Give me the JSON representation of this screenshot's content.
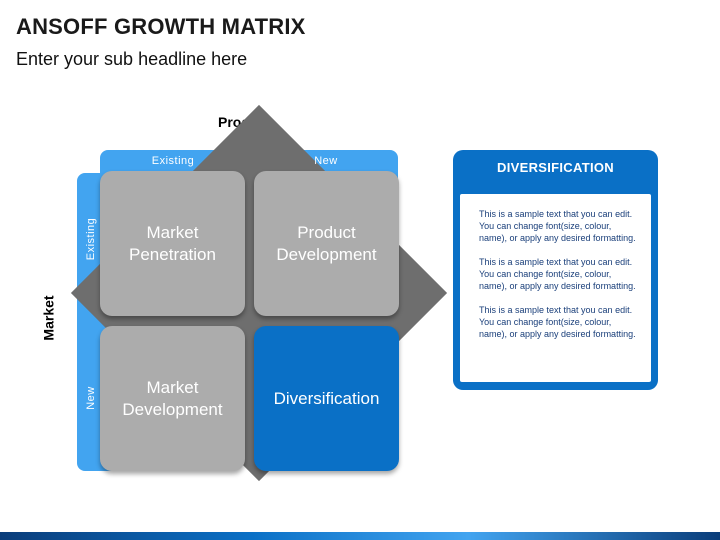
{
  "header": {
    "title": "ANSOFF GROWTH MATRIX",
    "subtitle": "Enter your sub headline here"
  },
  "matrix": {
    "axis_product": "Product",
    "axis_market": "Market",
    "columns": [
      "Existing",
      "New"
    ],
    "rows": [
      "Existing",
      "New"
    ],
    "quadrants": {
      "top_left": [
        "Market",
        "Penetration"
      ],
      "top_right": [
        "Product",
        "Development"
      ],
      "bottom_left": [
        "Market",
        "Development"
      ],
      "bottom_right": [
        "Diversification"
      ]
    }
  },
  "panel": {
    "title": "DIVERSIFICATION",
    "paragraphs": [
      "This is a sample text that you can edit. You can change font(size, colour, name), or apply any desired formatting.",
      "This is a sample text that you can edit. You can change font(size, colour, name), or apply any desired formatting.",
      "This is a sample text that you can edit. You can change font(size, colour, name), or apply any desired formatting."
    ]
  },
  "colors": {
    "accent_blue": "#0a70c6",
    "light_blue": "#42a4f0",
    "quadrant_gray": "#acacac",
    "diamond_gray": "#6e6e6e"
  }
}
